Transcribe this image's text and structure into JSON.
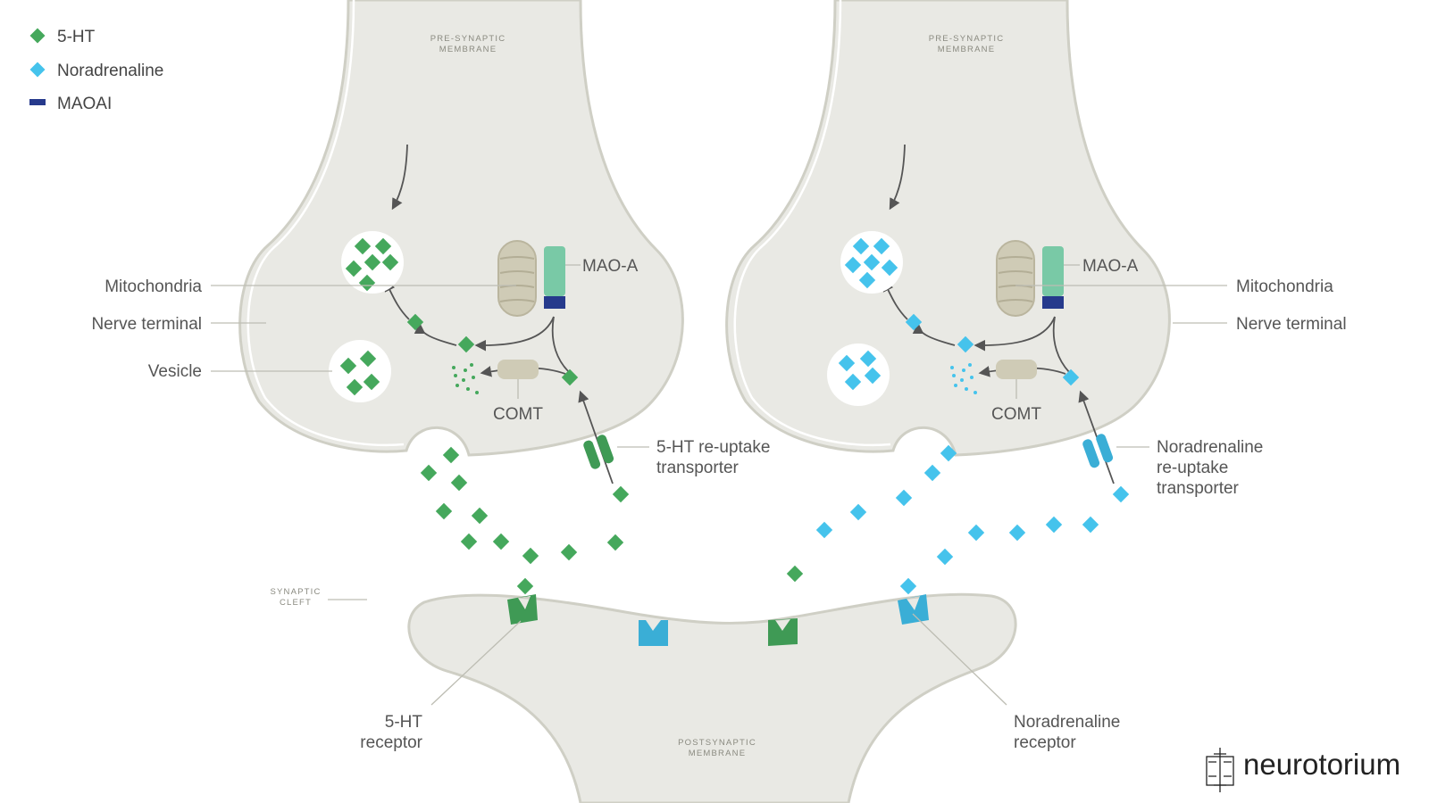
{
  "legend": {
    "items": [
      {
        "label": "5-HT",
        "color": "#45a85c",
        "icon": "diamond-icon"
      },
      {
        "label": "Noradrenaline",
        "color": "#45c3ec",
        "icon": "diamond-icon"
      },
      {
        "label": "MAOAI",
        "color": "#263a8c",
        "icon": "bar-icon"
      }
    ]
  },
  "left_terminal": {
    "membrane_label_1": "PRE-SYNAPTIC",
    "membrane_label_2": "MEMBRANE",
    "mitochondria": "Mitochondria",
    "nerve_terminal": "Nerve terminal",
    "vesicle": "Vesicle",
    "mao_a": "MAO-A",
    "comt": "COMT",
    "transporter_line1": "5-HT re-uptake",
    "transporter_line2": "transporter"
  },
  "right_terminal": {
    "membrane_label_1": "PRE-SYNAPTIC",
    "membrane_label_2": "MEMBRANE",
    "mitochondria": "Mitochondria",
    "nerve_terminal": "Nerve terminal",
    "mao_a": "MAO-A",
    "comt": "COMT",
    "transporter_line1": "Noradrenaline",
    "transporter_line2": "re-uptake",
    "transporter_line3": "transporter"
  },
  "cleft": {
    "label_1": "SYNAPTIC",
    "label_2": "CLEFT"
  },
  "postsynaptic": {
    "membrane_label_1": "POSTSYNAPTIC",
    "membrane_label_2": "MEMBRANE",
    "ht_receptor_line1": "5-HT",
    "ht_receptor_line2": "receptor",
    "na_receptor_line1": "Noradrenaline",
    "na_receptor_line2": "receptor"
  },
  "brand": {
    "name": "neurotorium",
    "logo_icon": "neurotorium-logo-icon"
  },
  "colors": {
    "serotonin": "#45a85c",
    "serotonin_dark": "#3f9a55",
    "noradrenaline": "#45c3ec",
    "maoai": "#263a8c",
    "mao_a": "#79c9a6",
    "mitochondria": "#cfcbb6",
    "comt": "#cfcbb6",
    "membrane_fill": "#e9e9e4",
    "membrane_stroke": "#cfcfc5"
  }
}
